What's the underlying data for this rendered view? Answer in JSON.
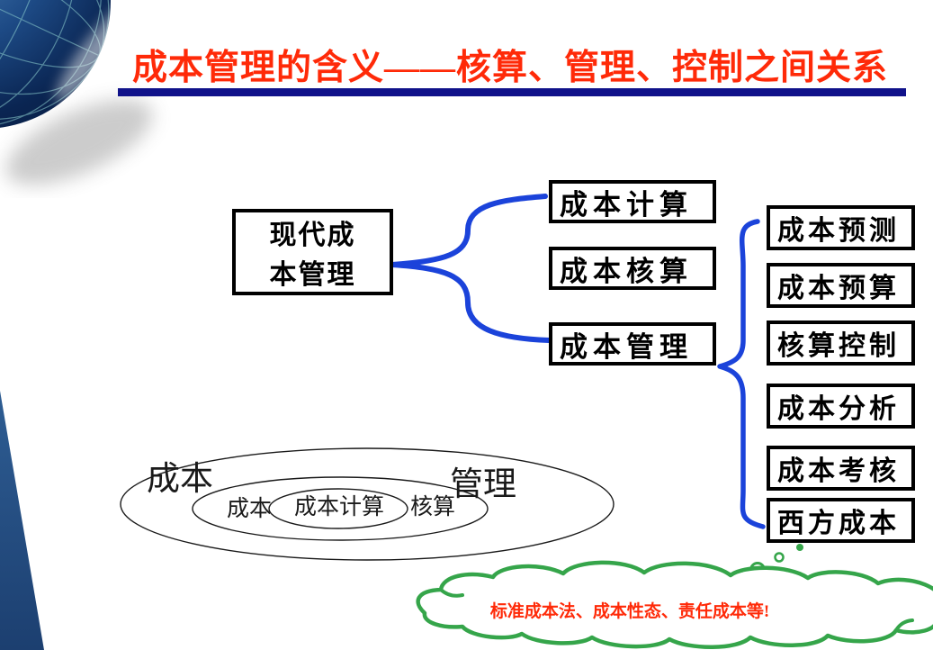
{
  "slide": {
    "title": "成本管理的含义——核算、管理、控制之间关系",
    "root_box": {
      "line1": "现代成",
      "line2": "本管理"
    },
    "middle_boxes": [
      {
        "label": "成本计算"
      },
      {
        "label": "成本核算"
      },
      {
        "label": "成本管理"
      }
    ],
    "right_boxes": [
      {
        "label": "成本预测"
      },
      {
        "label": "成本预算"
      },
      {
        "label": "核算控制"
      },
      {
        "label": "成本分析"
      },
      {
        "label": "成本考核"
      },
      {
        "label": "西方成本"
      }
    ],
    "venn": {
      "outer_left": "成本",
      "outer_right": "管理",
      "middle_left": "成本",
      "middle_right": "核算",
      "inner": "成本计算"
    },
    "cloud": {
      "text": "标准成本法、成本性态、责任成本等!"
    },
    "decorations": {
      "top_left_icon": "wireframe-globe",
      "connector_style": "curly-brace"
    },
    "colors": {
      "title_red": "#ff2a08",
      "underline_navy": "#10128a",
      "brace_blue": "#1b43da",
      "cloud_green": "#35a54a",
      "box_border": "#000000",
      "wedge_navy": "#224a7c",
      "venn_stroke": "#1a1a1a",
      "globe_blue": "#1d4a85"
    }
  }
}
